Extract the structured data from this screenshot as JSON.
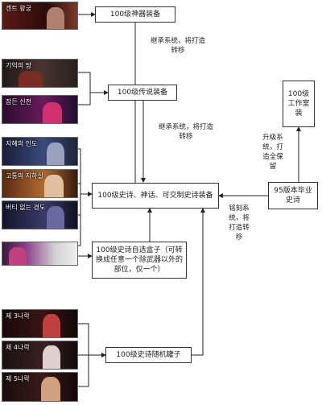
{
  "thumbnails": [
    {
      "label": "겐트 왕궁"
    },
    {
      "label": "기억의 땅"
    },
    {
      "label": "잠든 신전"
    },
    {
      "label": "지혜의 인도"
    },
    {
      "label": "고통의 지하실"
    },
    {
      "label": "버티 없는 경도"
    },
    {
      "label": ""
    },
    {
      "label": "제 3나락"
    },
    {
      "label": "제 4나락"
    },
    {
      "label": "제 5나락"
    }
  ],
  "boxes": {
    "weapon": "100级神器装备",
    "legend": "100级传说装备",
    "epic": "100级史诗、神话、可交制史诗装备",
    "selector": "100级史诗自选盒子（可转换成任意一个除武器以外的部位，仅一个）",
    "random": "100级史诗随机罐子",
    "grad95": "95版本毕业史诗",
    "workshop": "100级工作室装"
  },
  "notes": {
    "inherit1": "继承系统，将打造\n转移",
    "inherit2": "继承系统，将打造\n转移",
    "upgrade": "升级系\n统，打\n造全保\n留",
    "engrave": "铭刻系\n统，将\n打造转\n移"
  }
}
